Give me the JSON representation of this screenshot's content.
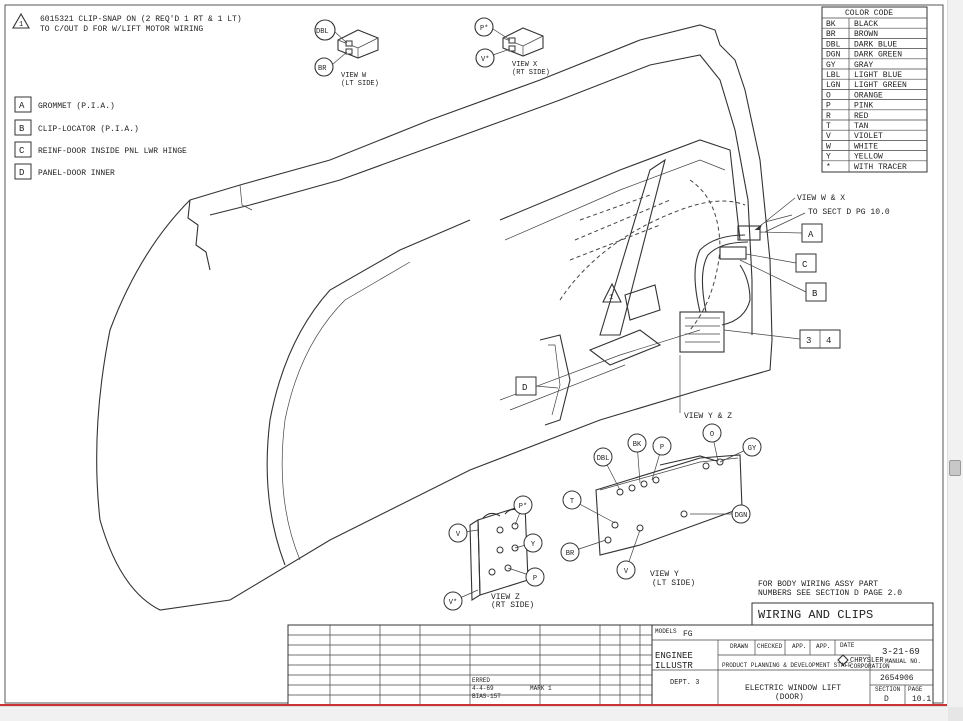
{
  "note": {
    "number": "1",
    "line1": "6015321 CLIP-SNAP ON (2 REQ'D 1 RT & 1 LT)",
    "line2": "TO C/OUT D FOR W/LIFT MOTOR WIRING"
  },
  "legend_items": [
    {
      "letter": "A",
      "text": "GROMMET (P.I.A.)"
    },
    {
      "letter": "B",
      "text": "CLIP-LOCATOR (P.I.A.)"
    },
    {
      "letter": "C",
      "text": "REINF-DOOR INSIDE PNL LWR HINGE"
    },
    {
      "letter": "D",
      "text": "PANEL-DOOR INNER"
    }
  ],
  "color_code": {
    "title": "COLOR CODE",
    "rows": [
      {
        "code": "BK",
        "name": "BLACK"
      },
      {
        "code": "BR",
        "name": "BROWN"
      },
      {
        "code": "DBL",
        "name": "DARK BLUE"
      },
      {
        "code": "DGN",
        "name": "DARK GREEN"
      },
      {
        "code": "GY",
        "name": "GRAY"
      },
      {
        "code": "LBL",
        "name": "LIGHT BLUE"
      },
      {
        "code": "LGN",
        "name": "LIGHT GREEN"
      },
      {
        "code": "O",
        "name": "ORANGE"
      },
      {
        "code": "P",
        "name": "PINK"
      },
      {
        "code": "R",
        "name": "RED"
      },
      {
        "code": "T",
        "name": "TAN"
      },
      {
        "code": "V",
        "name": "VIOLET"
      },
      {
        "code": "W",
        "name": "WHITE"
      },
      {
        "code": "Y",
        "name": "YELLOW"
      },
      {
        "code": "*",
        "name": "WITH TRACER"
      }
    ]
  },
  "views": {
    "w": {
      "title": "VIEW W",
      "side": "(LT SIDE)",
      "wires": [
        "DBL",
        "BR"
      ]
    },
    "x": {
      "title": "VIEW X",
      "side": "(RT SIDE)",
      "wires": [
        "P*",
        "V*"
      ]
    },
    "y": {
      "title": "VIEW Y",
      "side": "(LT SIDE)",
      "wires": [
        "BK",
        "P",
        "O",
        "GY",
        "DBL",
        "T",
        "DGN",
        "BR",
        "V"
      ]
    },
    "z": {
      "title": "VIEW Z",
      "side": "(RT SIDE)",
      "wires": [
        "P*",
        "V",
        "Y",
        "P",
        "V*"
      ]
    }
  },
  "callouts": {
    "view_wx": "VIEW W & X",
    "sect_ref": "TO SECT D PG 10.0",
    "view_yz": "VIEW Y & Z",
    "a": "A",
    "b": "B",
    "c": "C",
    "d": "D",
    "n3": "3",
    "n4": "4",
    "n1": "1"
  },
  "body_ref": {
    "line1": "FOR BODY WIRING ASSY PART",
    "line2": "NUMBERS SEE SECTION D  PAGE 2.0"
  },
  "title_block": {
    "title": "WIRING AND CLIPS",
    "models_label": "MODELS",
    "models_value": "FG",
    "engineering": "ENGINEE",
    "illustr": "ILLUSTR",
    "dept": "DEPT. 3",
    "drawn": "DRAWN",
    "checked": "CHECKED",
    "app1": "APP.",
    "app2": "APP.",
    "date_label": "DATE",
    "date_value": "3-21-69",
    "corp": "CHRYSLER",
    "corp_sub": "CORPORATION",
    "dept_name": "PRODUCT PLANNING & DEVELOPMENT STAFF",
    "manual_label": "MANUAL NO.",
    "manual_no": "2654906",
    "subject": "ELECTRIC WINDOW LIFT",
    "subject_sub": "(DOOR)",
    "section_label": "SECTION",
    "page_label": "PAGE",
    "section_value": "D",
    "page_value": "10.1",
    "rev_lines": [
      "ERRED",
      "4-4-69",
      "MARK 1",
      "BIAS-15T"
    ]
  }
}
